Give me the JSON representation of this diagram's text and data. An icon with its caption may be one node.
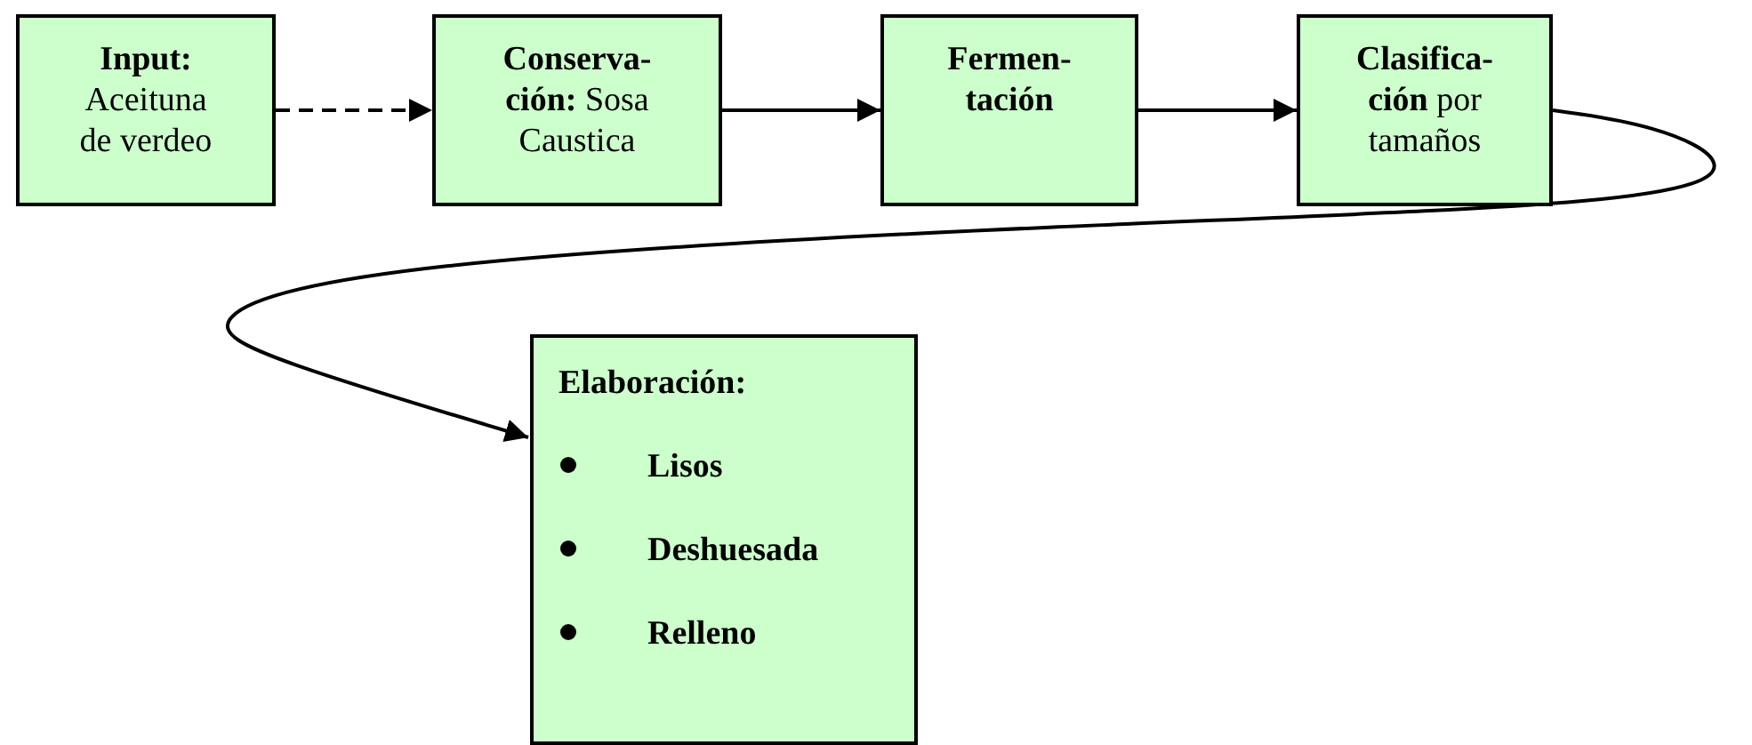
{
  "diagram": {
    "nodes": [
      {
        "text": [
          "**Input:** Aceituna de verdeo"
        ]
      },
      {
        "text": [
          "**Conserva-ción:** Sosa Caustica"
        ]
      },
      {
        "text": [
          "Fermen-tación"
        ]
      },
      {
        "text": [
          "**Clasifica-ción** por tamaños"
        ]
      },
      {
        "text": [
          "Elaboración:",
          "Lisos",
          "Deshuesada",
          "Relleno"
        ]
      }
    ],
    "edges": [
      {
        "from": 0,
        "to": 1,
        "arrow": "to",
        "style": "dashed"
      },
      {
        "from": 1,
        "to": 2,
        "arrow": "to"
      },
      {
        "from": 2,
        "to": 3,
        "arrow": "to"
      },
      {
        "from": 3,
        "to": 4,
        "arrow": "to"
      }
    ]
  }
}
